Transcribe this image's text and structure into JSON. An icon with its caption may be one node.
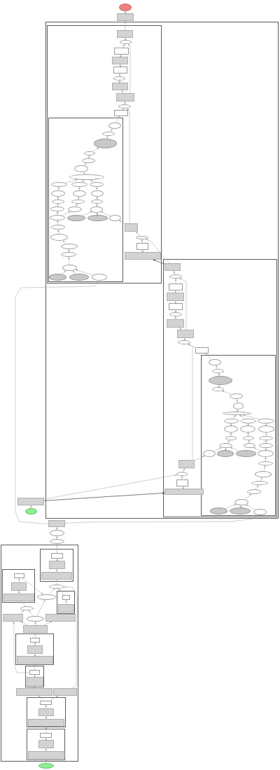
{
  "diagram": {
    "nodes": [
      {
        "text": [],
        "shape": "ellipse"
      },
      {
        "text": [],
        "shape": "box"
      },
      {
        "text": [],
        "shape": "box"
      },
      {
        "text": [],
        "shape": "box",
        "in": 2
      },
      {
        "text": [],
        "shape": "box",
        "in": 3
      },
      {
        "text": [],
        "shape": "ellipse",
        "in": 3
      },
      {
        "text": [],
        "shape": "box",
        "in": 3
      },
      {
        "text": [],
        "shape": "box",
        "in": 3
      },
      {
        "text": [],
        "shape": "box",
        "in": 3
      },
      {
        "text": [],
        "shape": "ellipse",
        "in": 3
      },
      {
        "text": [],
        "shape": "box",
        "in": 3
      },
      {
        "text": [],
        "shape": "box",
        "in": 3
      },
      {
        "text": [],
        "shape": "ellipse",
        "in": 3
      },
      {
        "text": [],
        "shape": "box",
        "in": 3
      },
      {
        "text": [],
        "shape": "box",
        "in": 3
      },
      {
        "text": [],
        "shape": "ellipse",
        "in": 14
      },
      {
        "text": [],
        "shape": "ellipse",
        "in": 14
      },
      {
        "text": [],
        "shape": "ellipse",
        "in": 14
      },
      {
        "text": [],
        "shape": "ellipse",
        "in": 14
      },
      {
        "text": [],
        "shape": "ellipse",
        "in": 14
      },
      {
        "text": [],
        "shape": "ellipse",
        "in": 14
      },
      {
        "text": [],
        "shape": "ellipse",
        "in": 14
      },
      {
        "text": [],
        "shape": "ellipse",
        "in": 14
      },
      {
        "text": [],
        "shape": "ellipse",
        "in": 14
      },
      {
        "text": [],
        "shape": "ellipse",
        "in": 14
      },
      {
        "text": [],
        "shape": "ellipse",
        "in": 14
      },
      {
        "text": [],
        "shape": "ellipse",
        "in": 14
      },
      {
        "text": [],
        "shape": "ellipse",
        "in": 14
      },
      {
        "text": [],
        "shape": "ellipse",
        "in": 14
      },
      {
        "text": [],
        "shape": "ellipse",
        "in": 14
      },
      {
        "text": [],
        "shape": "ellipse",
        "in": 14
      },
      {
        "text": [],
        "shape": "ellipse",
        "in": 14
      },
      {
        "text": [],
        "shape": "ellipse",
        "in": 14
      },
      {
        "text": [],
        "shape": "ellipse",
        "in": 14
      },
      {
        "text": [],
        "shape": "ellipse",
        "in": 14
      },
      {
        "text": [],
        "shape": "ellipse",
        "in": 14
      },
      {
        "text": [],
        "shape": "ellipse",
        "in": 14
      },
      {
        "text": [],
        "shape": "ellipse",
        "in": 14
      },
      {
        "text": [],
        "shape": "ellipse",
        "in": 14
      },
      {
        "text": [],
        "shape": "ellipse",
        "in": 14
      },
      {
        "text": [],
        "shape": "ellipse",
        "in": 14
      },
      {
        "text": [],
        "shape": "ellipse",
        "in": 14
      },
      {
        "text": [],
        "shape": "ellipse",
        "in": 14
      },
      {
        "text": [],
        "shape": "ellipse",
        "in": 14
      },
      {
        "text": [],
        "shape": "ellipse",
        "in": 14
      },
      {
        "text": [],
        "shape": "ellipse",
        "in": 14
      },
      {
        "text": [],
        "shape": "box",
        "in": 3
      },
      {
        "text": [],
        "shape": "ellipse",
        "in": 3
      },
      {
        "text": [],
        "shape": "box",
        "in": 3
      },
      {
        "text": [],
        "shape": "box",
        "in": 3
      },
      {
        "text": [],
        "shape": "box",
        "in": 2
      },
      {
        "text": [],
        "shape": "box",
        "in": 50
      },
      {
        "text": [],
        "shape": "ellipse",
        "in": 50
      },
      {
        "text": [],
        "shape": "box",
        "in": 50
      },
      {
        "text": [],
        "shape": "box",
        "in": 50
      },
      {
        "text": [],
        "shape": "box",
        "in": 50
      },
      {
        "text": [],
        "shape": "ellipse",
        "in": 50
      },
      {
        "text": [],
        "shape": "box",
        "in": 50
      },
      {
        "text": [],
        "shape": "box",
        "in": 50
      },
      {
        "text": [],
        "shape": "ellipse",
        "in": 50
      },
      {
        "text": [],
        "shape": "box",
        "in": 50
      },
      {
        "text": [],
        "shape": "box",
        "in": 50
      },
      {
        "text": [],
        "shape": "ellipse",
        "in": 61
      },
      {
        "text": [],
        "shape": "ellipse",
        "in": 61
      },
      {
        "text": [],
        "shape": "ellipse",
        "in": 61
      },
      {
        "text": [],
        "shape": "ellipse",
        "in": 61
      },
      {
        "text": [],
        "shape": "ellipse",
        "in": 61
      },
      {
        "text": [],
        "shape": "ellipse",
        "in": 61
      },
      {
        "text": [],
        "shape": "ellipse",
        "in": 61
      },
      {
        "text": [],
        "shape": "ellipse",
        "in": 61
      },
      {
        "text": [],
        "shape": "ellipse",
        "in": 61
      },
      {
        "text": [],
        "shape": "ellipse",
        "in": 61
      },
      {
        "text": [],
        "shape": "ellipse",
        "in": 61
      },
      {
        "text": [],
        "shape": "ellipse",
        "in": 61
      },
      {
        "text": [],
        "shape": "ellipse",
        "in": 61
      },
      {
        "text": [],
        "shape": "ellipse",
        "in": 61
      },
      {
        "text": [],
        "shape": "ellipse",
        "in": 61
      },
      {
        "text": [],
        "shape": "ellipse",
        "in": 61
      },
      {
        "text": [],
        "shape": "ellipse",
        "in": 61
      },
      {
        "text": [],
        "shape": "ellipse",
        "in": 61
      },
      {
        "text": [],
        "shape": "ellipse",
        "in": 61
      },
      {
        "text": [],
        "shape": "ellipse",
        "in": 61
      },
      {
        "text": [],
        "shape": "ellipse",
        "in": 61
      },
      {
        "text": [],
        "shape": "ellipse",
        "in": 61
      },
      {
        "text": [],
        "shape": "ellipse",
        "in": 61
      },
      {
        "text": [],
        "shape": "ellipse",
        "in": 61
      },
      {
        "text": [],
        "shape": "ellipse",
        "in": 61
      },
      {
        "text": [],
        "shape": "ellipse",
        "in": 61
      },
      {
        "text": [],
        "shape": "ellipse",
        "in": 61
      },
      {
        "text": [],
        "shape": "ellipse",
        "in": 61
      },
      {
        "text": [],
        "shape": "ellipse",
        "in": 61
      },
      {
        "text": [],
        "shape": "ellipse",
        "in": 61
      },
      {
        "text": [],
        "shape": "ellipse",
        "in": 61
      },
      {
        "text": [],
        "shape": "box",
        "in": 50
      },
      {
        "text": [],
        "shape": "ellipse",
        "in": 50
      },
      {
        "text": [],
        "shape": "box",
        "in": 50
      },
      {
        "text": [],
        "shape": "box",
        "in": 50
      },
      {
        "text": [],
        "shape": "box"
      },
      {
        "text": [],
        "shape": "ellipse"
      },
      {
        "text": [],
        "shape": "box"
      },
      {
        "text": [],
        "shape": "ellipse"
      },
      {
        "text": [],
        "shape": "ellipse"
      },
      {
        "text": [],
        "shape": "box"
      },
      {
        "text": [],
        "shape": "box",
        "in": 102
      },
      {
        "text": [],
        "shape": "box",
        "in": 103
      },
      {
        "text": [],
        "shape": "box",
        "in": 103
      },
      {
        "text": [],
        "shape": "box",
        "in": 103
      },
      {
        "text": [],
        "shape": "ellipse",
        "in": 102
      },
      {
        "text": [],
        "shape": "box",
        "in": 102
      },
      {
        "text": [],
        "shape": "box",
        "in": 108
      },
      {
        "text": [],
        "shape": "box",
        "in": 108
      },
      {
        "text": [],
        "shape": "box",
        "in": 108
      },
      {
        "text": [],
        "shape": "ellipse",
        "in": 102
      },
      {
        "text": [],
        "shape": "box",
        "in": 102
      },
      {
        "text": [],
        "shape": "box",
        "in": 113
      },
      {
        "text": [],
        "shape": "box",
        "in": 113
      },
      {
        "text": [],
        "shape": "ellipse",
        "in": 102
      },
      {
        "text": [],
        "shape": "box",
        "in": 102
      },
      {
        "text": [],
        "shape": "ellipse",
        "in": 102
      },
      {
        "text": [],
        "shape": "box",
        "in": 102
      },
      {
        "text": [],
        "shape": "box",
        "in": 102
      },
      {
        "text": [],
        "shape": "box",
        "in": 102
      },
      {
        "text": [],
        "shape": "box",
        "in": 121
      },
      {
        "text": [],
        "shape": "box",
        "in": 121
      },
      {
        "text": [],
        "shape": "box",
        "in": 121
      },
      {
        "text": [],
        "shape": "box",
        "in": 102
      },
      {
        "text": [],
        "shape": "box",
        "in": 125
      },
      {
        "text": [],
        "shape": "box",
        "in": 125
      },
      {
        "text": [],
        "shape": "box",
        "in": 102
      },
      {
        "text": [],
        "shape": "box",
        "in": 102
      },
      {
        "text": [],
        "shape": "box",
        "in": 102
      },
      {
        "text": [],
        "shape": "box",
        "in": 130
      },
      {
        "text": [],
        "shape": "box",
        "in": 130
      },
      {
        "text": [],
        "shape": "box",
        "in": 130
      },
      {
        "text": [],
        "shape": "box",
        "in": 102
      },
      {
        "text": [],
        "shape": "box",
        "in": 134
      },
      {
        "text": [],
        "shape": "box",
        "in": 134
      },
      {
        "text": [],
        "shape": "box",
        "in": 134
      },
      {
        "text": [],
        "shape": "ellipse"
      }
    ],
    "edges": [
      {
        "from": 1,
        "to": 0,
        "arrow": "to"
      },
      {
        "from": 4,
        "to": 1,
        "arrow": "to"
      },
      {
        "from": 5,
        "to": 4,
        "arrow": "to"
      },
      {
        "from": 6,
        "to": 5,
        "arrow": "to"
      },
      {
        "from": 7,
        "to": 6,
        "arrow": "to"
      },
      {
        "from": 8,
        "to": 7,
        "arrow": "to"
      },
      {
        "from": 9,
        "to": 8,
        "arrow": "to"
      },
      {
        "from": 10,
        "to": 9,
        "arrow": "to"
      },
      {
        "from": 11,
        "to": 10,
        "arrow": "to"
      },
      {
        "from": 11,
        "to": 5,
        "arrow": "to"
      },
      {
        "from": 12,
        "to": 11,
        "arrow": "to"
      },
      {
        "from": 13,
        "to": 12,
        "arrow": "to"
      },
      {
        "from": 46,
        "to": 12,
        "arrow": "to"
      },
      {
        "from": 15,
        "to": 13,
        "arrow": "to"
      },
      {
        "from": 16,
        "to": 15,
        "arrow": "to"
      },
      {
        "from": 17,
        "to": 16,
        "arrow": "to"
      },
      {
        "from": 18,
        "to": 17,
        "arrow": "to"
      },
      {
        "from": 19,
        "to": 18,
        "arrow": "to"
      },
      {
        "from": 20,
        "to": 19,
        "arrow": "to"
      },
      {
        "from": 21,
        "to": 20,
        "arrow": "to"
      },
      {
        "from": 22,
        "to": 21,
        "arrow": "to"
      },
      {
        "from": 23,
        "to": 21,
        "arrow": "to"
      },
      {
        "from": 24,
        "to": 21,
        "arrow": "to"
      },
      {
        "from": 25,
        "to": 22,
        "arrow": "to"
      },
      {
        "from": 26,
        "to": 23,
        "arrow": "to"
      },
      {
        "from": 27,
        "to": 24,
        "arrow": "to"
      },
      {
        "from": 28,
        "to": 25,
        "arrow": "to"
      },
      {
        "from": 29,
        "to": 26,
        "arrow": "to"
      },
      {
        "from": 30,
        "to": 27,
        "arrow": "to"
      },
      {
        "from": 31,
        "to": 28,
        "arrow": "to"
      },
      {
        "from": 32,
        "to": 29,
        "arrow": "to"
      },
      {
        "from": 33,
        "to": 30,
        "arrow": "to"
      },
      {
        "from": 34,
        "to": 31,
        "arrow": "to"
      },
      {
        "from": 34,
        "to": 32,
        "arrow": "to"
      },
      {
        "from": 35,
        "to": 33,
        "arrow": "to"
      },
      {
        "from": 36,
        "to": 33,
        "arrow": "to"
      },
      {
        "from": 37,
        "to": 33,
        "arrow": "to"
      },
      {
        "from": 38,
        "to": 34,
        "arrow": "to"
      },
      {
        "from": 39,
        "to": 38,
        "arrow": "to"
      },
      {
        "from": 40,
        "to": 39,
        "arrow": "to"
      },
      {
        "from": 41,
        "to": 40,
        "arrow": "to"
      },
      {
        "from": 42,
        "to": 41,
        "arrow": "to"
      },
      {
        "from": 43,
        "to": 42,
        "arrow": "to"
      },
      {
        "from": 44,
        "to": 42,
        "arrow": "to"
      },
      {
        "from": 45,
        "to": 42,
        "arrow": "to"
      },
      {
        "from": 47,
        "to": 46,
        "arrow": "to"
      },
      {
        "from": 48,
        "to": 47,
        "arrow": "to"
      },
      {
        "from": 49,
        "to": 48,
        "arrow": "to"
      },
      {
        "from": 46,
        "to": 37,
        "arrow": "to"
      },
      {
        "from": 51,
        "to": 47,
        "arrow": "to"
      },
      {
        "from": 51,
        "to": 49,
        "arrow": "to",
        "color": "#404040"
      },
      {
        "from": 99,
        "to": 45,
        "arrow": "to"
      },
      {
        "from": 52,
        "to": 51,
        "arrow": "to"
      },
      {
        "from": 53,
        "to": 52,
        "arrow": "to"
      },
      {
        "from": 54,
        "to": 53,
        "arrow": "to"
      },
      {
        "from": 55,
        "to": 54,
        "arrow": "to"
      },
      {
        "from": 56,
        "to": 55,
        "arrow": "to"
      },
      {
        "from": 57,
        "to": 56,
        "arrow": "to"
      },
      {
        "from": 58,
        "to": 57,
        "arrow": "to"
      },
      {
        "from": 58,
        "to": 52,
        "arrow": "to"
      },
      {
        "from": 59,
        "to": 58,
        "arrow": "to"
      },
      {
        "from": 60,
        "to": 59,
        "arrow": "to"
      },
      {
        "from": 93,
        "to": 59,
        "arrow": "to"
      },
      {
        "from": 62,
        "to": 60,
        "arrow": "to"
      },
      {
        "from": 63,
        "to": 62,
        "arrow": "to"
      },
      {
        "from": 64,
        "to": 63,
        "arrow": "to"
      },
      {
        "from": 65,
        "to": 64,
        "arrow": "to"
      },
      {
        "from": 66,
        "to": 65,
        "arrow": "to"
      },
      {
        "from": 67,
        "to": 66,
        "arrow": "to"
      },
      {
        "from": 68,
        "to": 67,
        "arrow": "to"
      },
      {
        "from": 69,
        "to": 68,
        "arrow": "to"
      },
      {
        "from": 70,
        "to": 68,
        "arrow": "to"
      },
      {
        "from": 71,
        "to": 68,
        "arrow": "to"
      },
      {
        "from": 72,
        "to": 69,
        "arrow": "to"
      },
      {
        "from": 73,
        "to": 70,
        "arrow": "to"
      },
      {
        "from": 74,
        "to": 71,
        "arrow": "to"
      },
      {
        "from": 75,
        "to": 72,
        "arrow": "to"
      },
      {
        "from": 76,
        "to": 73,
        "arrow": "to"
      },
      {
        "from": 77,
        "to": 74,
        "arrow": "to"
      },
      {
        "from": 78,
        "to": 75,
        "arrow": "to"
      },
      {
        "from": 79,
        "to": 76,
        "arrow": "to"
      },
      {
        "from": 80,
        "to": 77,
        "arrow": "to"
      },
      {
        "from": 84,
        "to": 80,
        "arrow": "to"
      },
      {
        "from": 84,
        "to": 79,
        "arrow": "to"
      },
      {
        "from": 81,
        "to": 78,
        "arrow": "to"
      },
      {
        "from": 82,
        "to": 78,
        "arrow": "to"
      },
      {
        "from": 83,
        "to": 78,
        "arrow": "to"
      },
      {
        "from": 85,
        "to": 84,
        "arrow": "to"
      },
      {
        "from": 86,
        "to": 85,
        "arrow": "to"
      },
      {
        "from": 87,
        "to": 86,
        "arrow": "to"
      },
      {
        "from": 88,
        "to": 87,
        "arrow": "to"
      },
      {
        "from": 89,
        "to": 88,
        "arrow": "to"
      },
      {
        "from": 90,
        "to": 89,
        "arrow": "to"
      },
      {
        "from": 91,
        "to": 89,
        "arrow": "to"
      },
      {
        "from": 92,
        "to": 89,
        "arrow": "to"
      },
      {
        "from": 93,
        "to": 81,
        "arrow": "to"
      },
      {
        "from": 94,
        "to": 93,
        "arrow": "to"
      },
      {
        "from": 95,
        "to": 94,
        "arrow": "to"
      },
      {
        "from": 96,
        "to": 95,
        "arrow": "to"
      },
      {
        "from": 97,
        "to": 94,
        "arrow": "to"
      },
      {
        "from": 97,
        "to": 96,
        "arrow": "to",
        "color": "#404040"
      },
      {
        "from": 98,
        "to": 97,
        "arrow": "to"
      },
      {
        "from": 100,
        "to": 99,
        "arrow": "to"
      },
      {
        "from": 101,
        "to": 100,
        "arrow": "to"
      },
      {
        "from": 104,
        "to": 101,
        "arrow": "to"
      },
      {
        "from": 105,
        "to": 104,
        "arrow": "to"
      },
      {
        "from": 106,
        "to": 105,
        "arrow": "to"
      },
      {
        "from": 107,
        "to": 106,
        "arrow": "to"
      },
      {
        "from": 112,
        "to": 107,
        "arrow": "to"
      },
      {
        "from": 114,
        "to": 107,
        "arrow": "to"
      },
      {
        "from": 115,
        "to": 114,
        "arrow": "to"
      },
      {
        "from": 110,
        "to": 109,
        "arrow": "to"
      },
      {
        "from": 111,
        "to": 110,
        "arrow": "to"
      },
      {
        "from": 109,
        "to": 112,
        "arrow": "to"
      },
      {
        "from": 116,
        "to": 111,
        "arrow": "to"
      },
      {
        "from": 117,
        "to": 116,
        "arrow": "to"
      },
      {
        "from": 118,
        "to": 116,
        "arrow": "to"
      },
      {
        "from": 118,
        "to": 112,
        "arrow": "to"
      },
      {
        "from": 119,
        "to": 115,
        "arrow": "to"
      },
      {
        "from": 120,
        "to": 117,
        "arrow": "to"
      },
      {
        "from": 120,
        "to": 118,
        "arrow": "to"
      },
      {
        "from": 120,
        "to": 119,
        "arrow": "to"
      },
      {
        "from": 122,
        "to": 120,
        "arrow": "to"
      },
      {
        "from": 123,
        "to": 122,
        "arrow": "to"
      },
      {
        "from": 124,
        "to": 123,
        "arrow": "to"
      },
      {
        "from": 126,
        "to": 124,
        "arrow": "to"
      },
      {
        "from": 127,
        "to": 126,
        "arrow": "to"
      },
      {
        "from": 128,
        "to": 127,
        "arrow": "to"
      },
      {
        "from": 126,
        "to": 117,
        "arrow": "to"
      },
      {
        "from": 131,
        "to": 128,
        "arrow": "to"
      },
      {
        "from": 131,
        "to": 129,
        "arrow": "to"
      },
      {
        "from": 129,
        "to": 107,
        "arrow": "to"
      },
      {
        "from": 132,
        "to": 131,
        "arrow": "to"
      },
      {
        "from": 133,
        "to": 132,
        "arrow": "to"
      },
      {
        "from": 135,
        "to": 133,
        "arrow": "to"
      },
      {
        "from": 136,
        "to": 135,
        "arrow": "to"
      },
      {
        "from": 137,
        "to": 136,
        "arrow": "to"
      },
      {
        "from": 138,
        "to": 137,
        "arrow": "to"
      },
      {
        "from": 99,
        "to": 92,
        "arrow": "to"
      }
    ]
  }
}
